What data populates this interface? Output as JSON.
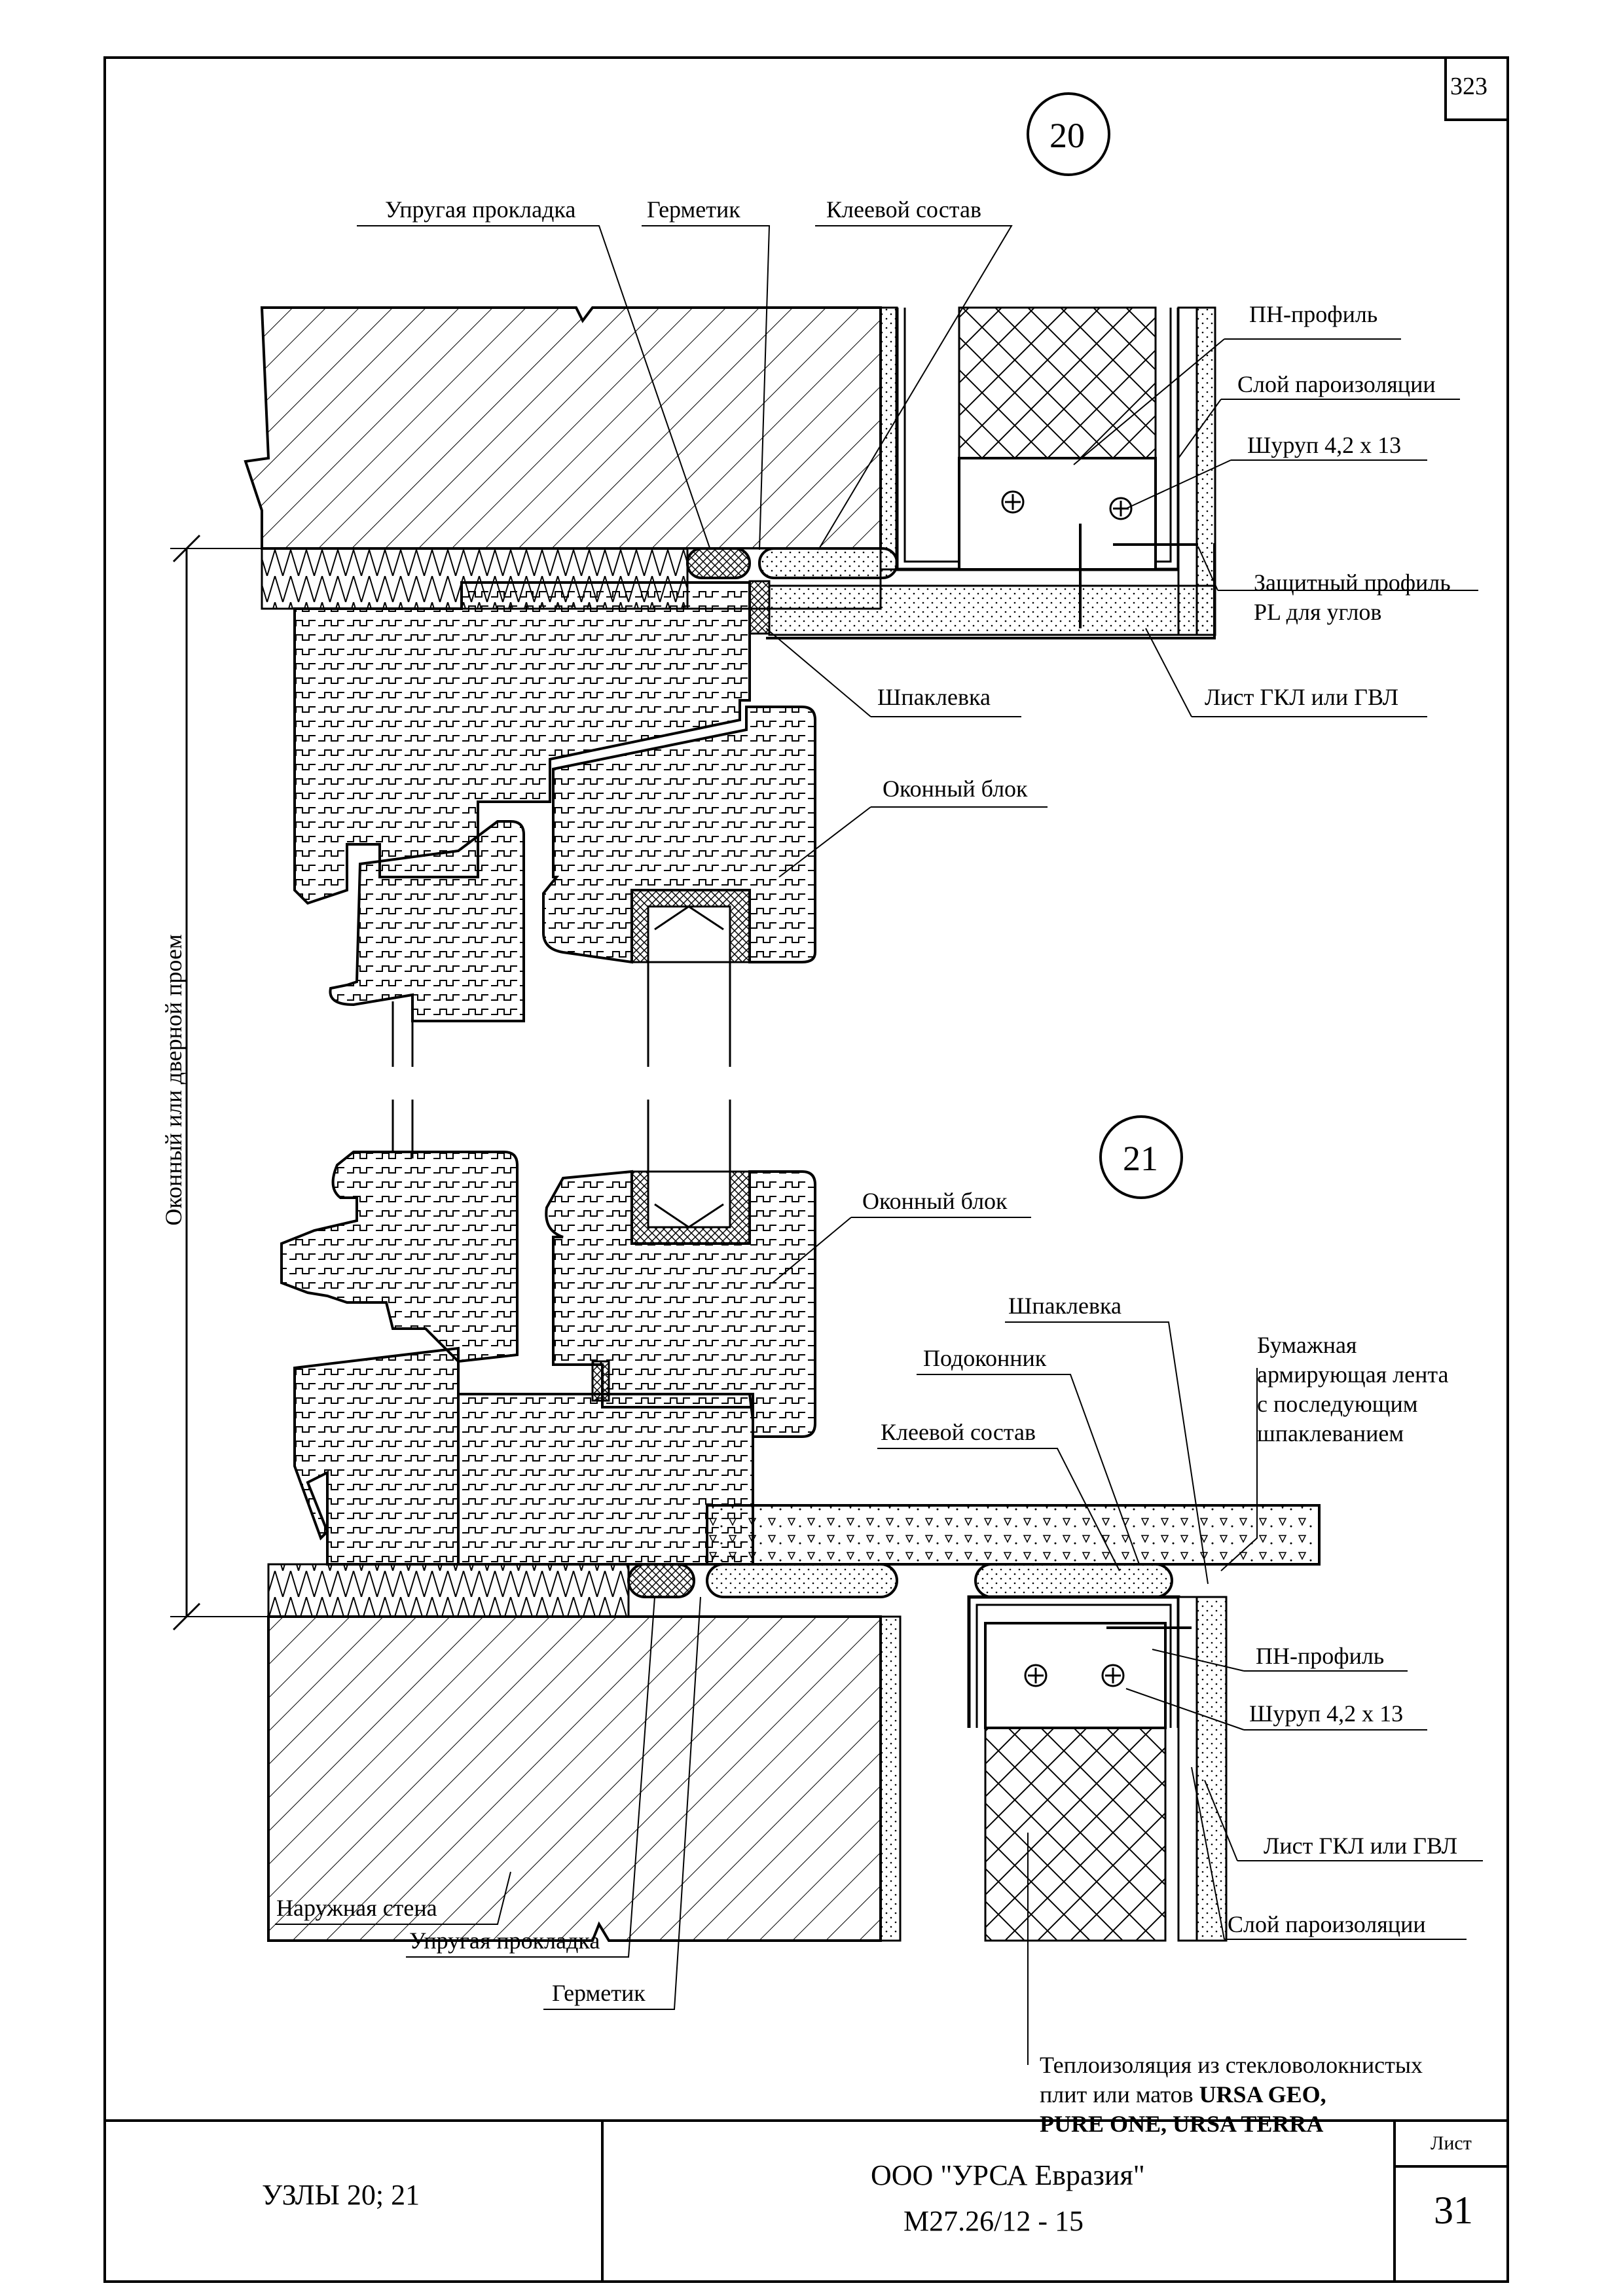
{
  "page_number": "323",
  "node_20": {
    "id": "20",
    "labels": {
      "elastic_gasket": "Упругая прокладка",
      "sealant": "Герметик",
      "adhesive": "Клеевой состав",
      "pn_profile": "ПН-профиль",
      "vapor_barrier": "Слой пароизоляции",
      "screw": "Шуруп 4,2 х 13",
      "protective_profile_1": "Защитный профиль",
      "protective_profile_2": "PL для углов",
      "gypsum_sheet": "Лист ГКЛ или ГВЛ",
      "putty": "Шпаклевка",
      "window_block": "Оконный блок"
    }
  },
  "opening_label": "Оконный или дверной проем",
  "node_21": {
    "id": "21",
    "labels": {
      "window_block": "Оконный блок",
      "putty": "Шпаклевка",
      "paper_tape_1": "Бумажная",
      "paper_tape_2": "армирующая лента",
      "paper_tape_3": "с последующим",
      "paper_tape_4": "шпаклеванием",
      "sill": "Подоконник",
      "adhesive": "Клеевой состав",
      "pn_profile": "ПН-профиль",
      "screw": "Шуруп 4,2 х 13",
      "gypsum_sheet": "Лист ГКЛ или ГВЛ",
      "vapor_barrier": "Слой пароизоляции",
      "outer_wall": "Наружная стена",
      "elastic_gasket": "Упругая прокладка",
      "sealant": "Герметик",
      "insulation_1": "Теплоизоляция из стекловолокнистых",
      "insulation_2": "плит или матов ",
      "insulation_2b": "URSA GEO,",
      "insulation_3": "PURE ONE, URSA TERRA"
    }
  },
  "title_block": {
    "title": "УЗЛЫ 20; 21",
    "company": "ООО \"УРСА Евразия\"",
    "doc_code": "М27.26/12 - 15",
    "sheet_label": "Лист",
    "sheet_number": "31"
  }
}
